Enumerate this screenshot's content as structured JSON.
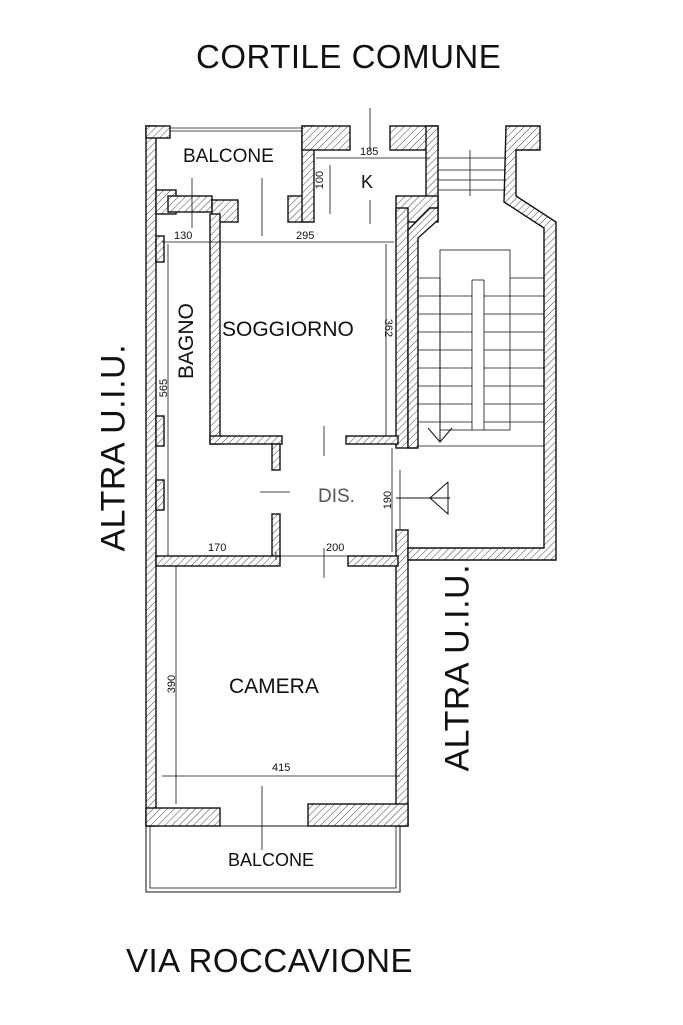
{
  "labels": {
    "courtyard": "CORTILE COMUNE",
    "street": "VIA ROCCAVIONE",
    "other_unit_left": "ALTRA U.I.U.",
    "other_unit_right": "ALTRA U.I.U."
  },
  "rooms": {
    "balcony_top": "BALCONE",
    "kitchen": "K",
    "bathroom": "BAGNO",
    "living_room": "SOGGIORNO",
    "hallway": "DIS.",
    "bedroom": "CAMERA",
    "balcony_bottom": "BALCONE"
  },
  "dimensions": {
    "kitchen_width": "185",
    "kitchen_depth": "100",
    "bathroom_width": "130",
    "living_width": "295",
    "living_depth": "362",
    "bathroom_depth": "565",
    "hall_depth": "190",
    "hall_width_left": "170",
    "hall_width_right": "200",
    "bedroom_depth": "390",
    "bedroom_width": "415"
  }
}
